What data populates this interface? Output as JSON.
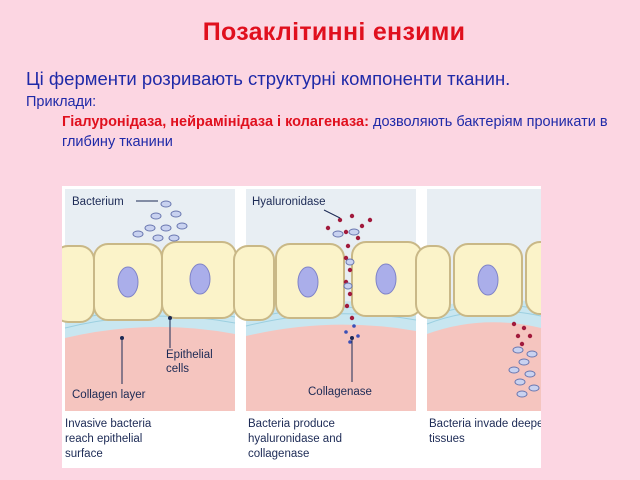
{
  "title": "Позаклітинні ензими",
  "intro": "Ці  ферменти розривають структурні компоненти тканин.",
  "examples_label": "Приклади:",
  "examples": {
    "enzymes": "Гіалуронідаза, нейрамінідаза і колагеназа:",
    "effect": " дозволяють бактеріям проникати в глибину тканини"
  },
  "figure": {
    "panels": [
      {
        "top_label": "Bacterium",
        "labels": [
          "Epithelial",
          "cells",
          "Collagen layer"
        ],
        "caption": [
          "Invasive bacteria",
          "reach epithelial",
          "surface"
        ]
      },
      {
        "top_label": "Hyaluronidase",
        "labels": [
          "Collagenase"
        ],
        "caption": [
          "Bacteria produce",
          "hyaluronidase and",
          "collagenase"
        ]
      },
      {
        "top_label": "",
        "labels": [],
        "caption": [
          "Bacteria invade deeper",
          "tissues"
        ]
      }
    ],
    "colors": {
      "cell": "#fbf3c9",
      "cell_border": "#c9b887",
      "nucleus": "#aaaeea",
      "collagen": "#c8e6f0",
      "tissue": "#f5c5bf",
      "background": "#e8eef3",
      "enzyme_dot": "#a11a3c",
      "bacterium": "#c9d2f0"
    }
  }
}
